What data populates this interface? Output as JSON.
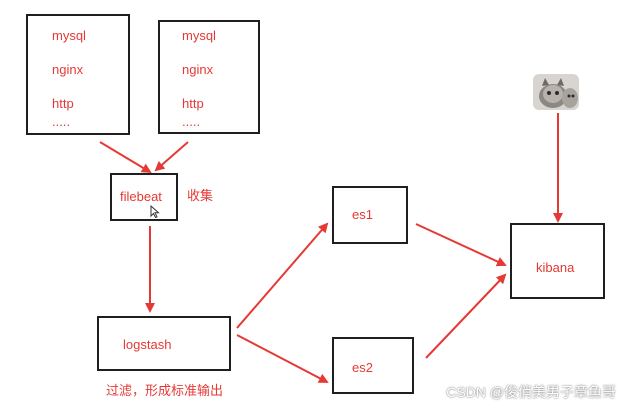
{
  "source_group_1": {
    "items": [
      "mysql",
      "nginx",
      "http",
      "....."
    ]
  },
  "source_group_2": {
    "items": [
      "mysql",
      "nginx",
      "http",
      "....."
    ]
  },
  "filebeat": {
    "label": "filebeat",
    "note": "收集"
  },
  "logstash": {
    "label": "logstash",
    "note": "过滤，形成标准输出"
  },
  "es1": {
    "label": "es1"
  },
  "es2": {
    "label": "es2"
  },
  "kibana": {
    "label": "kibana"
  },
  "watermark": {
    "text": "CSDN @俊俏美男子章鱼哥"
  },
  "colors": {
    "accent": "#e53935",
    "box_border": "#1f1f1f",
    "background": "#ffffff"
  },
  "icons": {
    "cursor": "mouse-cursor-icon",
    "avatar": "cat-avatar-icon"
  }
}
